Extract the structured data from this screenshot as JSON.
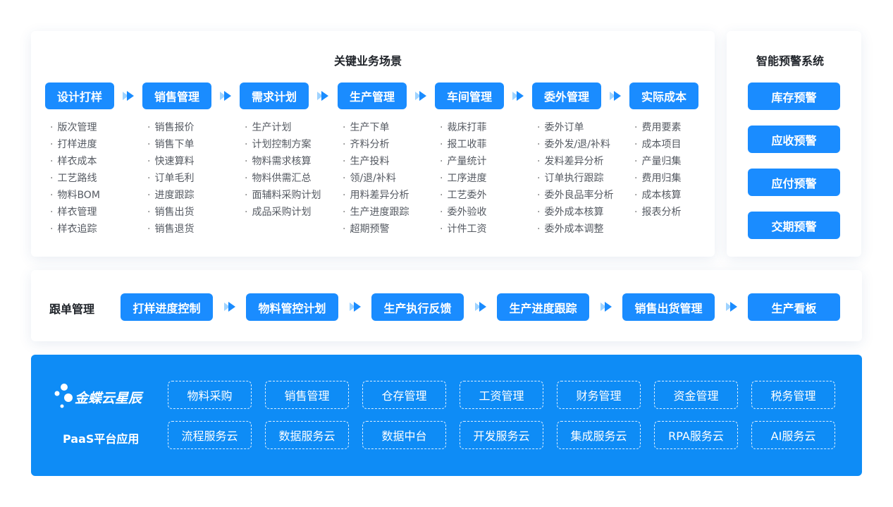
{
  "key_scenarios": {
    "title": "关键业务场景",
    "columns": [
      {
        "label": "设计打样",
        "items": [
          "版次管理",
          "打样进度",
          "样衣成本",
          "工艺路线",
          "物料BOM",
          "样衣管理",
          "样衣追踪"
        ]
      },
      {
        "label": "销售管理",
        "items": [
          "销售报价",
          "销售下单",
          "快速算料",
          "订单毛利",
          "进度跟踪",
          "销售出货",
          "销售退货"
        ]
      },
      {
        "label": "需求计划",
        "items": [
          "生产计划",
          "计划控制方案",
          "物料需求核算",
          "物料供需汇总",
          "面辅料采购计划",
          "成品采购计划"
        ]
      },
      {
        "label": "生产管理",
        "items": [
          "生产下单",
          "齐料分析",
          "生产投料",
          "领/退/补料",
          "用料差异分析",
          "生产进度跟踪",
          "超期预警"
        ]
      },
      {
        "label": "车间管理",
        "items": [
          "裁床打菲",
          "报工收菲",
          "产量统计",
          "工序进度",
          "工艺委外",
          "委外验收",
          "计件工资"
        ]
      },
      {
        "label": "委外管理",
        "items": [
          "委外订单",
          "委外发/退/补料",
          "发料差异分析",
          "订单执行跟踪",
          "委外良品率分析",
          "委外成本核算",
          "委外成本调整"
        ]
      },
      {
        "label": "实际成本",
        "items": [
          "费用要素",
          "成本项目",
          "产量归集",
          "费用归集",
          "成本核算",
          "报表分析"
        ]
      }
    ]
  },
  "warnings": {
    "title": "智能预警系统",
    "items": [
      "库存预警",
      "应收预警",
      "应付预警",
      "交期预警"
    ]
  },
  "tracking": {
    "title": "跟单管理",
    "steps": [
      "打样进度控制",
      "物料管控计划",
      "生产执行反馈",
      "生产进度跟踪",
      "销售出货管理",
      "生产看板"
    ]
  },
  "platform": {
    "logo_text": "金蝶云星辰",
    "label": "PaaS平台应用",
    "row1": [
      "物料采购",
      "销售管理",
      "仓存管理",
      "工资管理",
      "财务管理",
      "资金管理",
      "税务管理"
    ],
    "row2": [
      "流程服务云",
      "数据服务云",
      "数据中台",
      "开发服务云",
      "集成服务云",
      "RPA服务云",
      "AI服务云"
    ]
  },
  "colors": {
    "accent": "#1a8cff",
    "platform_bg": "#0e8cf6",
    "arrow_light": "#9fd3ff"
  }
}
